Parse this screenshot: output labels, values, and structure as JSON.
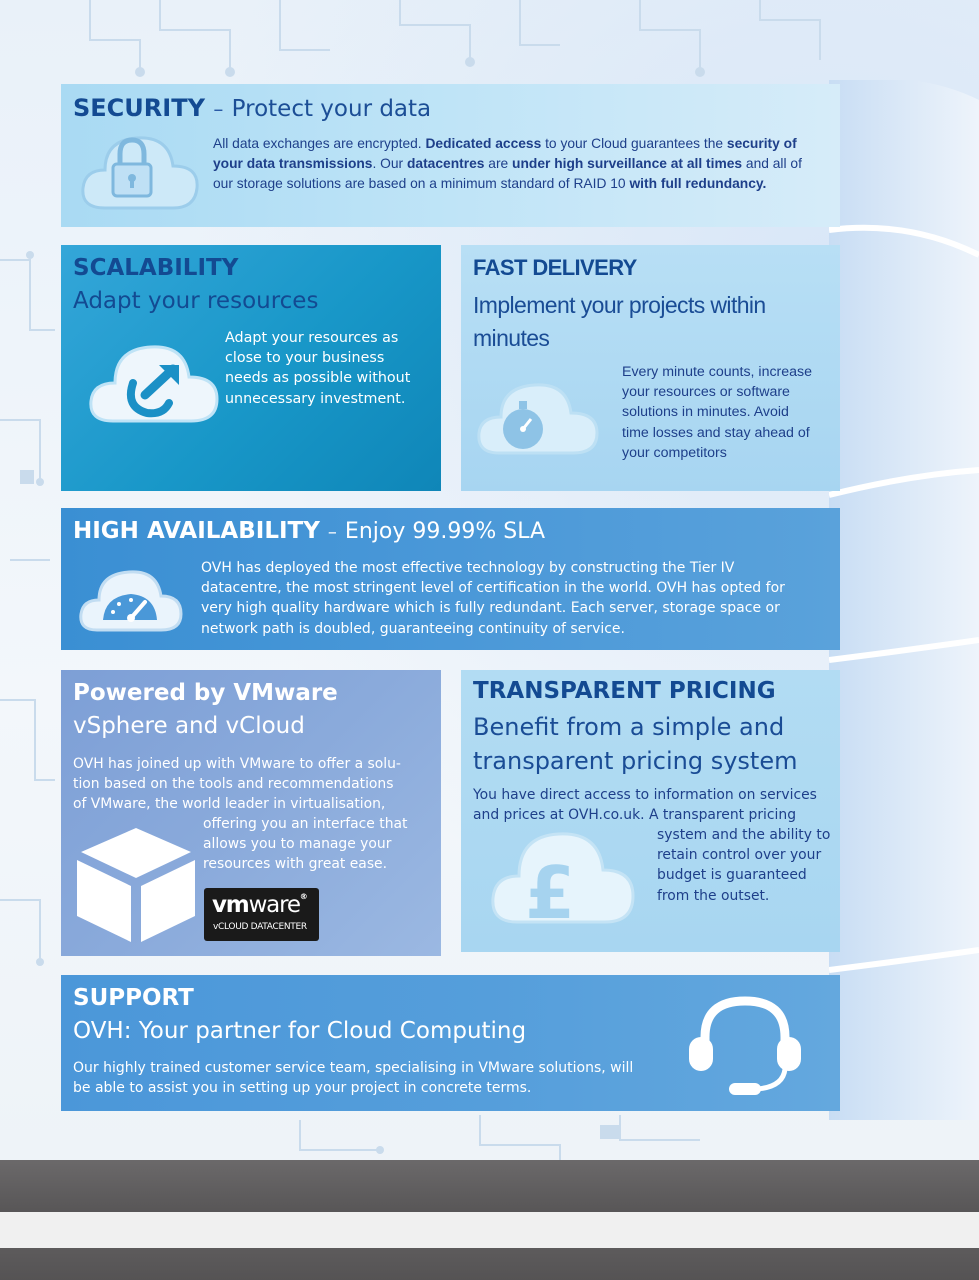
{
  "security": {
    "title": "SECURITY",
    "dash": "–",
    "tagline": "Protect your data",
    "icon": "padlock-cloud-icon",
    "lines": [
      [
        "All data exchanges are encrypted. ",
        "Dedicated access",
        " to your Cloud guarantees the ",
        "security of"
      ],
      [
        "your data transmissions",
        ". Our ",
        "datacentres",
        " are ",
        "under high surveillance at all times",
        " and all of"
      ],
      [
        "our storage solutions are based on a minimum standard of RAID 10 ",
        "with full redundancy."
      ]
    ]
  },
  "scalability": {
    "title": "SCALABILITY",
    "tagline": "Adapt your resources",
    "icon": "expand-arrow-cloud-icon",
    "lines": [
      "Adapt your resources as",
      "close to your business",
      "needs as possible without",
      "unnecessary investment."
    ]
  },
  "fast_delivery": {
    "title": "FAST DELIVERY",
    "tagline": "Implement your projects within minutes",
    "icon": "stopwatch-cloud-icon",
    "lines": [
      "Every minute counts, increase",
      "your resources or software",
      "solutions in minutes. Avoid",
      "time losses and stay ahead of",
      "your competitors"
    ]
  },
  "high_availability": {
    "title": "HIGH AVAILABILITY",
    "dash": "–",
    "tagline": "Enjoy 99.99% SLA",
    "icon": "speedometer-cloud-icon",
    "lines": [
      "OVH has deployed the most effective technology by constructing the Tier IV",
      "datacentre, the most stringent level of certification in the world. OVH has opted for",
      "very high quality hardware which is fully redundant. Each server, storage space or",
      "network path is doubled, guaranteeing continuity of service."
    ]
  },
  "vmware": {
    "title": "Powered by VMware",
    "tagline": "vSphere and vCloud",
    "icon": "cube-icon",
    "lines_top": [
      "OVH has joined up with VMware to offer a solu-",
      "tion based on the tools and recommendations",
      "of VMware, the world leader in virtualisation,"
    ],
    "lines_bottom": [
      "offering you an interface that",
      "allows you to manage your",
      "resources with great ease."
    ],
    "logo_vm": "vm",
    "logo_ware": "ware",
    "logo_reg": "®",
    "logo_sub": "vCLOUD DATACENTER"
  },
  "pricing": {
    "title": "TRANSPARENT PRICING",
    "tagline": "Benefit from a simple and transparent pricing system",
    "icon": "pound-cloud-icon",
    "lines_top": [
      "You have direct access to information on services",
      "and prices at OVH.co.uk. A transparent pricing"
    ],
    "lines_bottom": [
      "system and the ability to",
      "retain control over your",
      "budget is guaranteed",
      "from the outset."
    ]
  },
  "support": {
    "title": "SUPPORT",
    "tagline": "OVH: Your partner for Cloud Computing",
    "icon": "headset-icon",
    "lines": [
      "Our highly trained customer service team, specialising in VMware solutions, will",
      "be able to assist you in setting up your project in concrete terms."
    ]
  },
  "colors": {
    "heading_blue": "#134a92",
    "scalability_bg": "#1897c8",
    "light_panel_bg": "#b8dff5",
    "ha_bg": "#4a98d8",
    "vmware_bg": "#8aaadb",
    "support_bg": "#559edb",
    "footer_gray": "#605e5f"
  }
}
